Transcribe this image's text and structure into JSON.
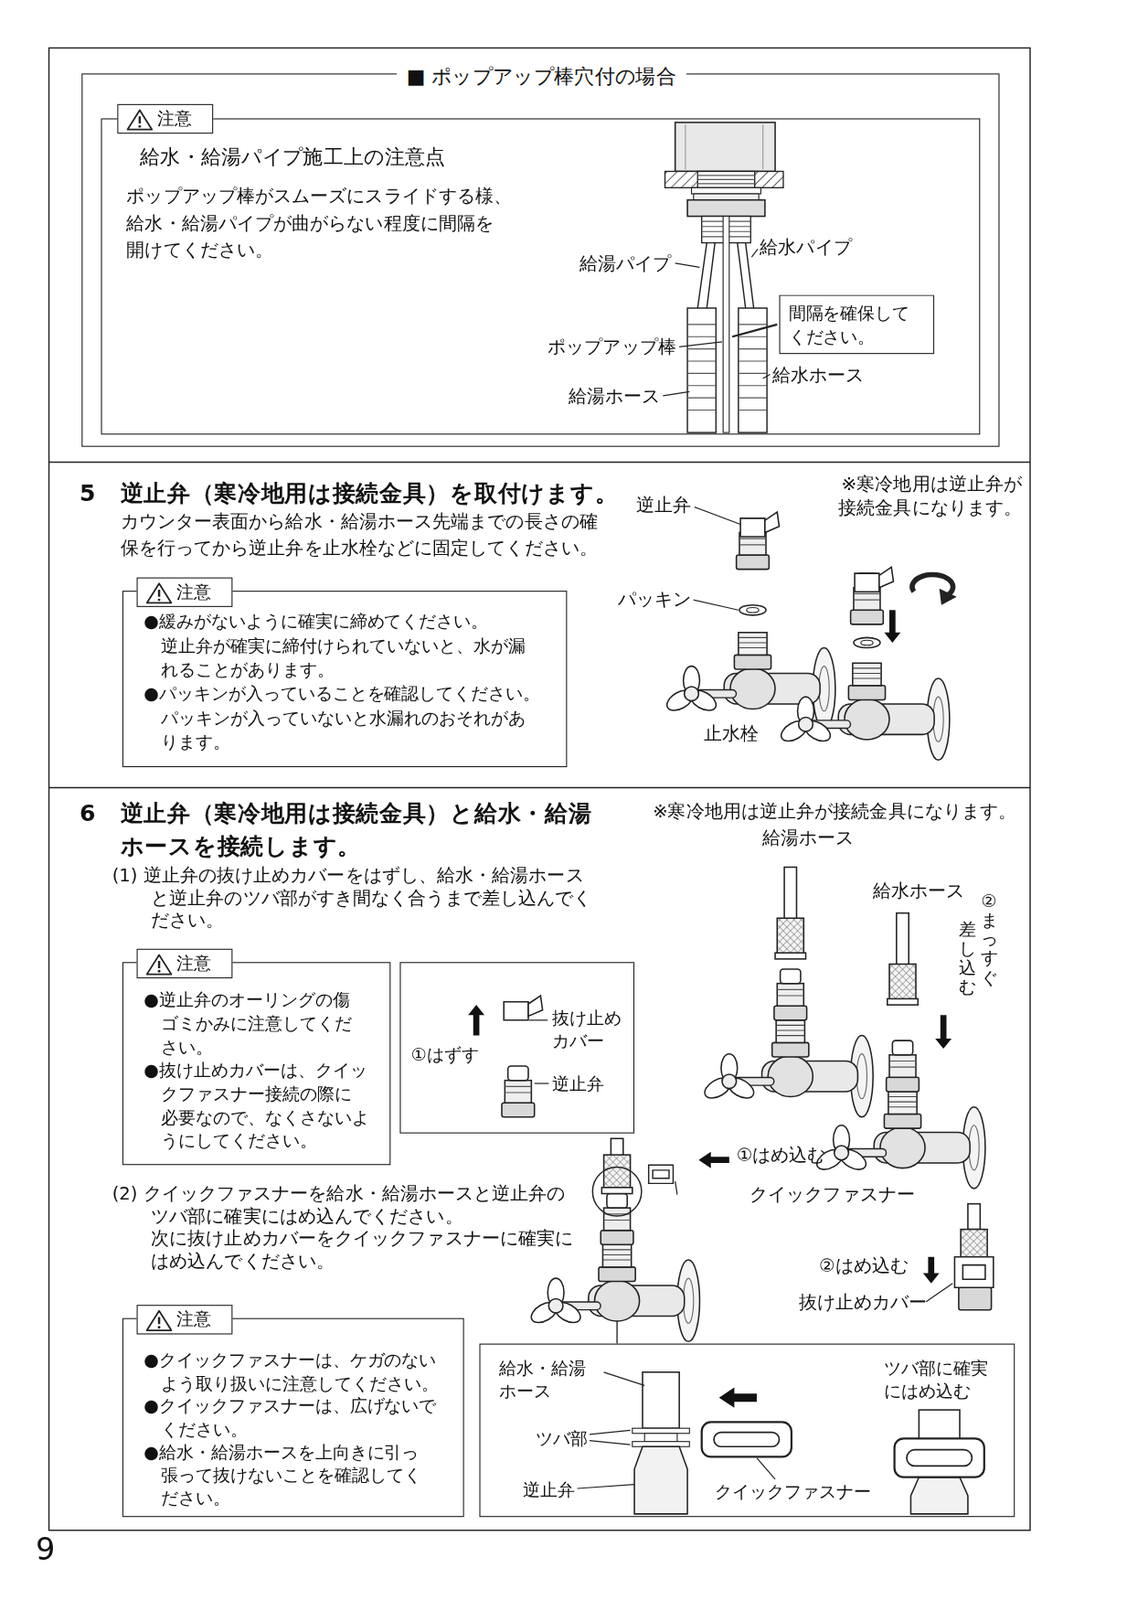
{
  "diagram": {
    "nodes": [
      {
        "text": [
          "■ ポップアップ棒穴付の場合"
        ]
      },
      {
        "text": [
          "注意",
          "給水・給湯パイプ施工上の注意点",
          "ポップアップ棒がスムーズにスライドする様、 給水・給湯パイプが曲がらない程度に間隔を 開けてください。"
        ],
        "in": 0
      },
      {
        "text": [
          "間隔を確保して ください。"
        ],
        "in": 1
      },
      {
        "text": [
          "5",
          "逆止弁（寒冷地用は接続金具）を取付けます。",
          "カウンター表面から給水・給湯ホース先端までの長さの確 保を行ってから逆止弁を止水栓などに固定してください。"
        ]
      },
      {
        "text": [
          "注意",
          "●緩みがないように確実に締めてください。 逆止弁が確実に締付けられていないと、水が漏 れることがあります。",
          "●パッキンが入っていることを確認してください。 パッキンが入っていないと水漏れのおそれがあ ります。"
        ],
        "in": 3
      },
      {
        "text": [
          "6",
          "逆止弁（寒冷地用は接続金具）と給水・給湯 ホースを接続します。",
          "(1) 逆止弁の抜け止めカバーをはずし、給水・給湯ホース と逆止弁のツバ部がすき間なく合うまで差し込んでく ださい。",
          "(2) クイックファスナーを給水・給湯ホースと逆止弁の ツバ部に確実にはめ込んでください。 次に抜け止めカバーをクイックファスナーに確実に はめ込んでください。"
        ]
      },
      {
        "text": [
          "注意",
          "●逆止弁のオーリングの傷 ゴミかみに注意してくだ さい。",
          "●抜け止めカバーは、クイッ クファスナー接続の際に 必要なので、なくさないよ うにしてください。"
        ],
        "in": 5
      },
      {
        "text": [
          "抜け止め カバー",
          "①はずす",
          "逆止弁"
        ],
        "in": 5
      },
      {
        "text": [
          "注意",
          "●クイックファスナーは、ケガのない よう取り扱いに注意してください。",
          "●クイックファスナーは、広げないで ください。",
          "●給水・給湯ホースを上向きに引っ 張って抜けないことを確認してく ださい。"
        ],
        "in": 5
      },
      {
        "text": [
          "給水・給湯 ホース",
          "ツバ部",
          "逆止弁",
          "クイックファスナー",
          "ツバ部に確実 にはめ込む"
        ],
        "in": 5
      }
    ],
    "labels": [
      "給湯パイプ",
      "給水パイプ",
      "ポップアップ棒",
      "給水ホース",
      "給湯ホース",
      "※寒冷地用は逆止弁が 接続金具になります。",
      "逆止弁",
      "パッキン",
      "止水栓",
      "※寒冷地用は逆止弁が接続金具になります。",
      "給湯ホース",
      "給水ホース",
      "②まっすぐ",
      "差し込む",
      "①はめ込む",
      "クイックファスナー",
      "②はめ込む",
      "抜け止めカバー",
      "9"
    ]
  }
}
